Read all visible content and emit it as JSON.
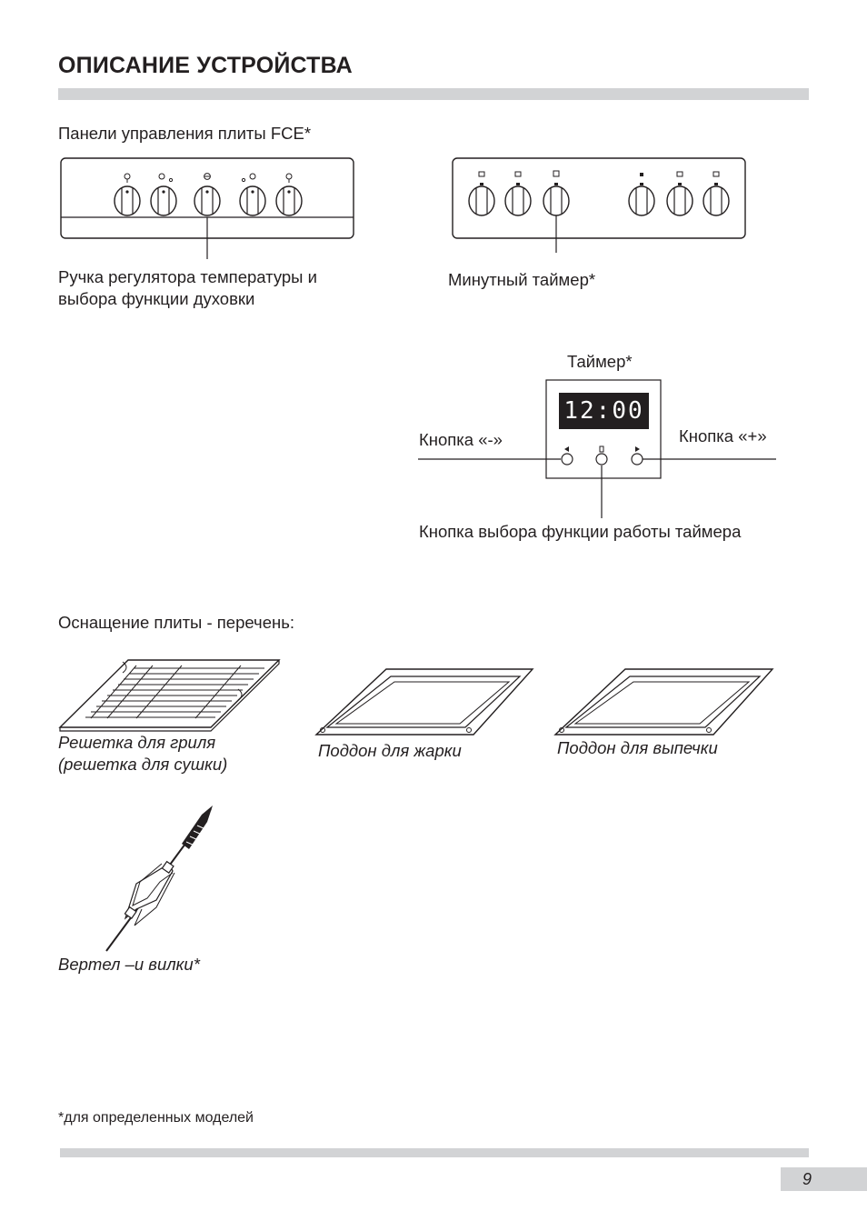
{
  "header": {
    "title": "ОПИСАНИЕ УСТРОЙСТВА"
  },
  "panels": {
    "heading": "Панели управления плиты FCE*",
    "knob_label": "Ручка регулятора температуры и выбора функции духовки",
    "knob_label_line1": "Ручка регулятора температуры и",
    "knob_label_line2": "выбора функции духовки",
    "minute_timer_label": "Минутный таймер*"
  },
  "timer": {
    "title": "Таймер*",
    "display": "12:00",
    "minus_label": "Кнопка «-»",
    "plus_label": "Кнопка «+»",
    "function_label": "Кнопка выбора функции работы таймера"
  },
  "equipment": {
    "heading": "Оснащение плиты - перечень:",
    "items": [
      {
        "label_line1": "Решетка для гриля",
        "label_line2": "(решетка для сушки)"
      },
      {
        "label_line1": "Поддон для жарки"
      },
      {
        "label_line1": "Поддон для выпечки"
      },
      {
        "label_line1": "Вертел –и вилки*"
      }
    ]
  },
  "footnote": "*для определенных моделей",
  "page_number": "9"
}
